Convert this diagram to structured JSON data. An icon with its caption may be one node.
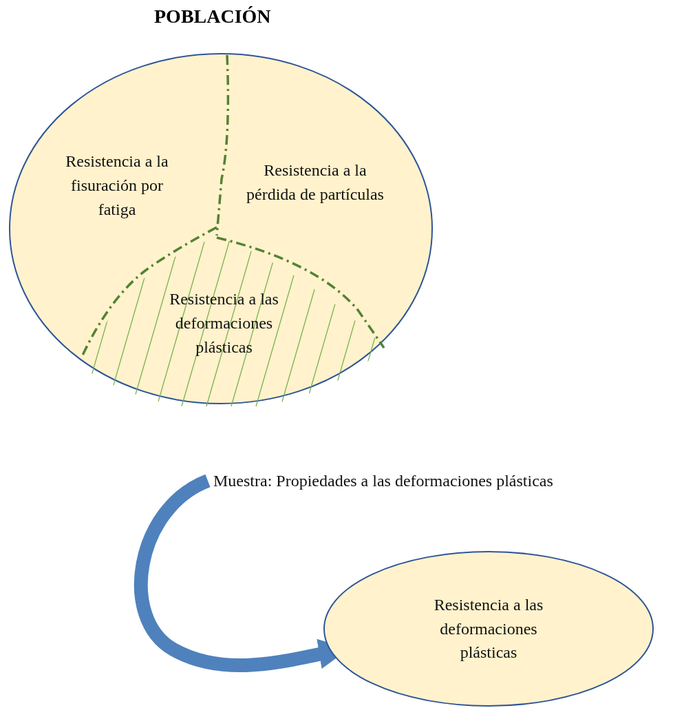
{
  "diagram": {
    "title": "POBLACIÓN",
    "nodes": [
      {
        "text": [],
        "shape": "ellipse"
      },
      {
        "text": [
          "Resistencia a la fisuración por fatiga"
        ],
        "in": 0
      },
      {
        "text": [
          "Resistencia a la pérdida de partículas"
        ],
        "in": 0
      },
      {
        "text": [
          "Resistencia a las deformaciones plásticas"
        ],
        "in": 0
      },
      {
        "text": [
          "Muestra: Propiedades a las deformaciones plásticas"
        ]
      },
      {
        "text": [
          "Resistencia a las deformaciones plásticas"
        ]
      }
    ],
    "edges": [
      {
        "from": 4,
        "to": 5,
        "arrow": "to"
      }
    ]
  }
}
